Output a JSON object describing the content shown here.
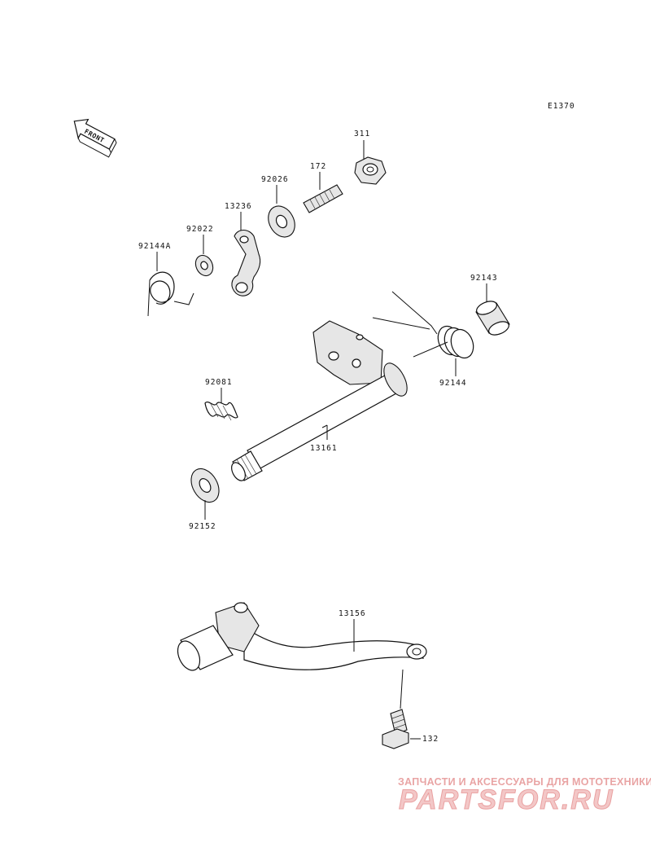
{
  "diagram_code": "E1370",
  "front_arrow_label": "FRONT",
  "parts": {
    "p311": "311",
    "p172": "172",
    "p92026": "92026",
    "p13236": "13236",
    "p92022": "92022",
    "p92144A": "92144A",
    "p92143": "92143",
    "p92144": "92144",
    "p92081": "92081",
    "p13161": "13161",
    "p92152": "92152",
    "p13156": "13156",
    "p132": "132"
  },
  "watermark": {
    "tagline": "ЗАПЧАСТИ И АКСЕССУАРЫ ДЛЯ МОТОТЕХНИКИ",
    "site": "PARTSFOR.RU"
  }
}
